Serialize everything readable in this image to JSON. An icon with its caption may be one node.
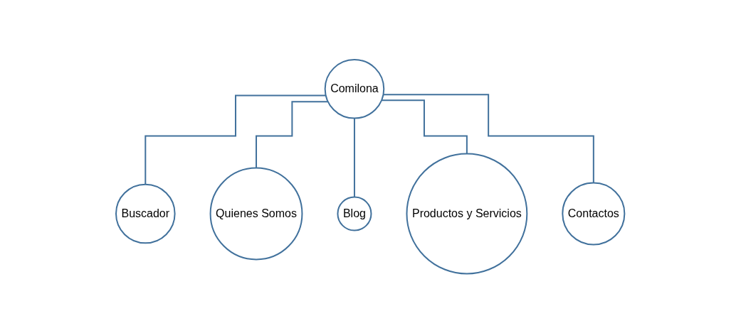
{
  "diagram": {
    "nodes": [
      {
        "text": [
          "Comilona"
        ]
      },
      {
        "text": [
          "Buscador"
        ]
      },
      {
        "text": [
          "Quienes Somos"
        ]
      },
      {
        "text": [
          "Blog"
        ]
      },
      {
        "text": [
          "Productos y Servicios"
        ]
      },
      {
        "text": [
          "Contactos"
        ]
      }
    ],
    "edges": [
      {
        "from": 0,
        "to": 1,
        "arrow": "none"
      },
      {
        "from": 0,
        "to": 2,
        "arrow": "none"
      },
      {
        "from": 0,
        "to": 3,
        "arrow": "none"
      },
      {
        "from": 0,
        "to": 4,
        "arrow": "none"
      },
      {
        "from": 0,
        "to": 5,
        "arrow": "none"
      }
    ]
  }
}
